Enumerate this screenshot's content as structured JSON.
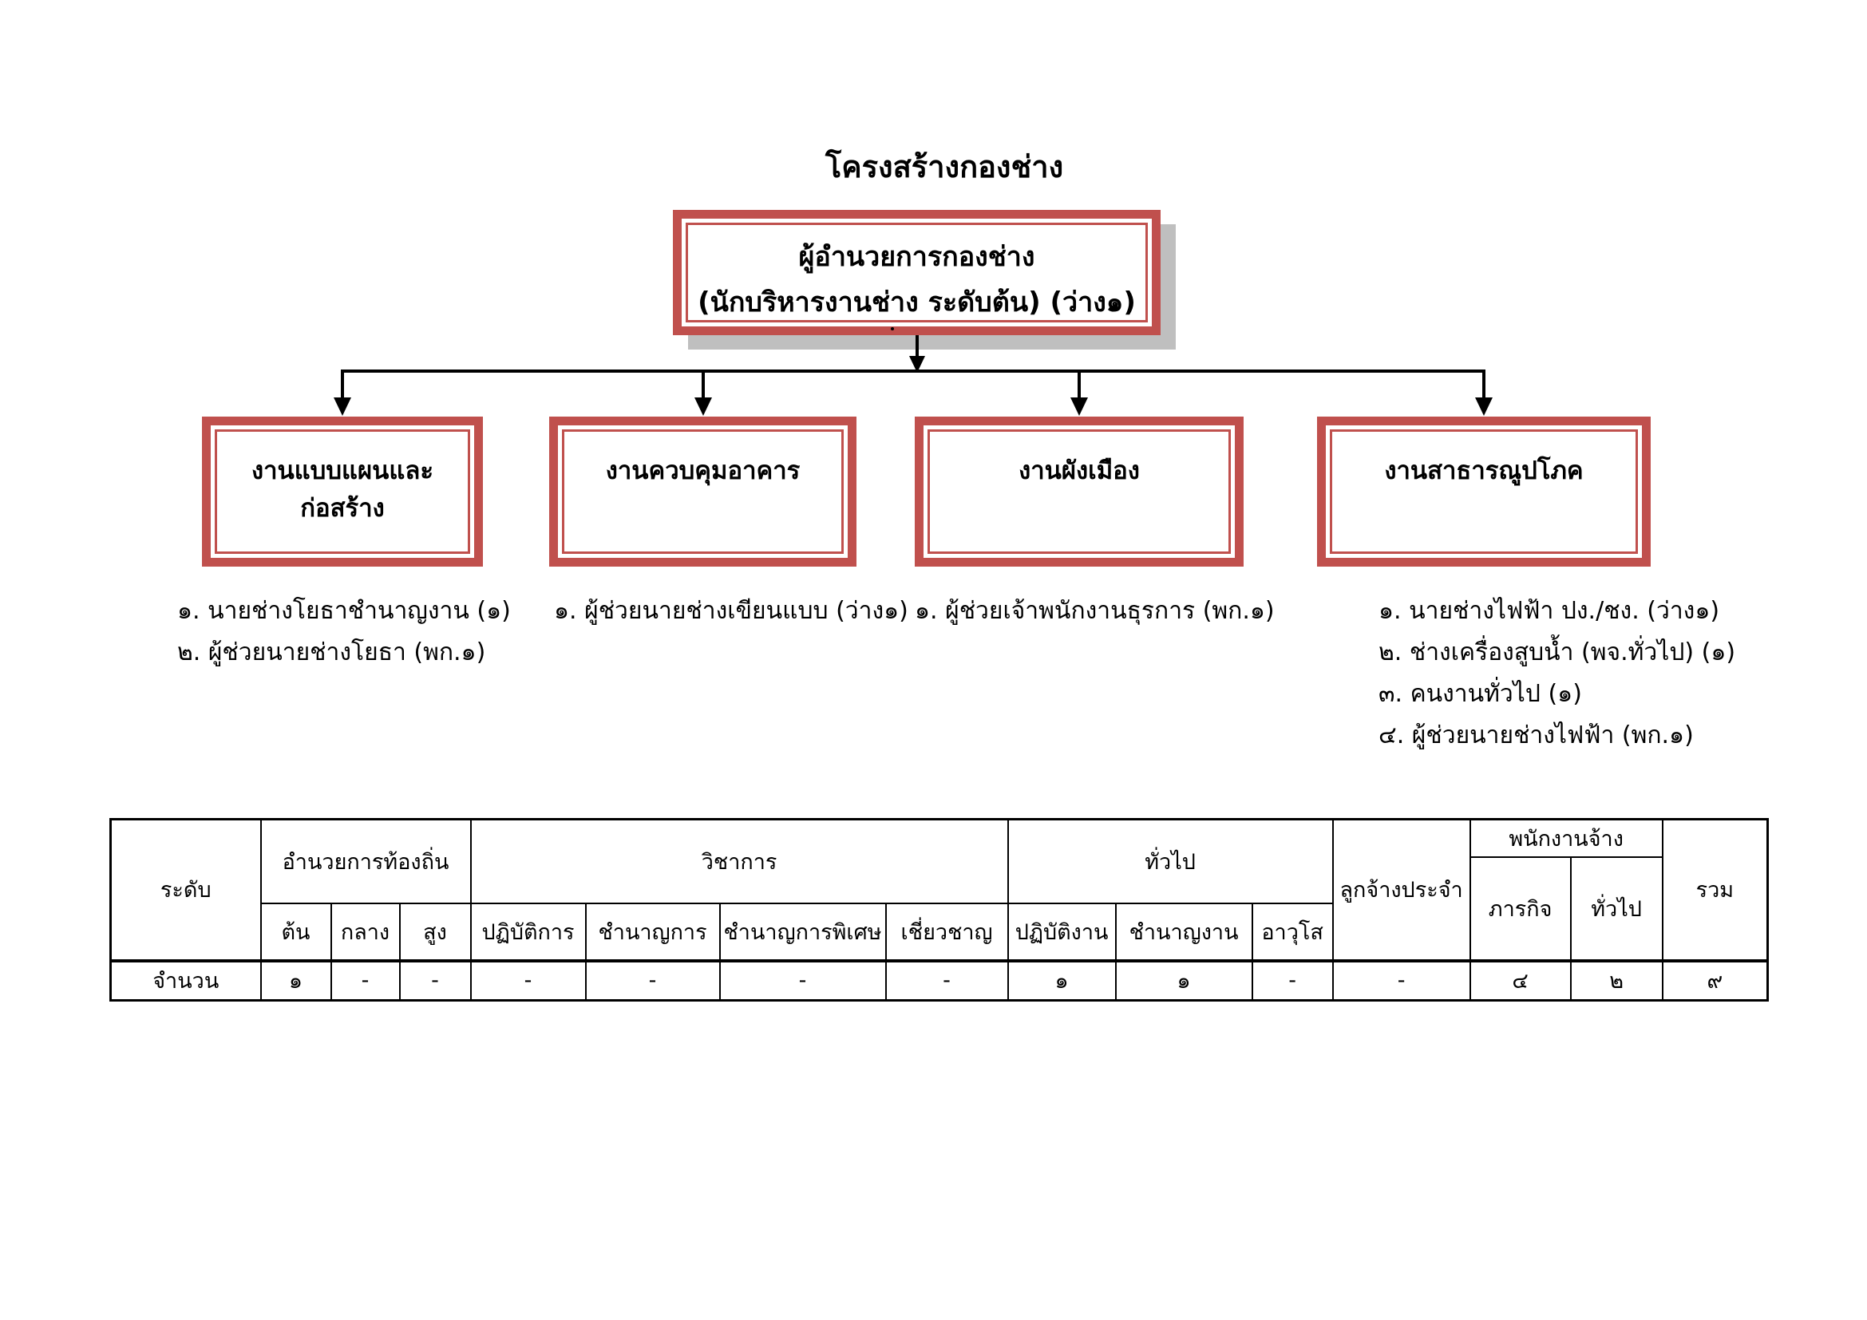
{
  "title": "โครงสร้างกองช่าง",
  "org_chart": {
    "root": {
      "line1": "ผู้อำนวยการกองช่าง",
      "line2": "(นักบริหารงานช่าง ระดับต้น) (ว่าง๑)"
    },
    "departments": [
      {
        "lines": [
          "งานแบบแผนและ",
          "ก่อสร้าง"
        ],
        "staff": [
          "๑. นายช่างโยธาชำนาญงาน (๑)",
          "๒. ผู้ช่วยนายช่างโยธา (พก.๑)"
        ]
      },
      {
        "lines": [
          "งานควบคุมอาคาร"
        ],
        "staff": [
          "๑. ผู้ช่วยนายช่างเขียนแบบ (ว่าง๑)"
        ]
      },
      {
        "lines": [
          "งานผังเมือง"
        ],
        "staff": [
          "๑. ผู้ช่วยเจ้าพนักงานธุรการ (พก.๑)"
        ]
      },
      {
        "lines": [
          "งานสาธารณูปโภค"
        ],
        "staff": [
          "๑. นายช่างไฟฟ้า ปง./ชง. (ว่าง๑)",
          "๒. ช่างเครื่องสูบน้ำ (พจ.ทั่วไป) (๑)",
          "๓. คนงานทั่วไป (๑)",
          "๔. ผู้ช่วยนายช่างไฟฟ้า (พก.๑)"
        ]
      }
    ]
  },
  "table": {
    "row_label": "ระดับ",
    "groups": {
      "local_admin": "อำนวยการท้องถิ่น",
      "academic": "วิชาการ",
      "general": "ทั่วไป",
      "permanent_employee": "ลูกจ้างประจำ",
      "contract_employee": "พนักงานจ้าง",
      "total": "รวม"
    },
    "sub_headers": [
      "ต้น",
      "กลาง",
      "สูง",
      "ปฏิบัติการ",
      "ชำนาญการ",
      "ชำนาญการพิเศษ",
      "เชี่ยวชาญ",
      "ปฏิบัติงาน",
      "ชำนาญงาน",
      "อาวุโส"
    ],
    "contract_sub_headers": [
      "ภารกิจ",
      "ทั่วไป"
    ],
    "count_row": {
      "label": "จำนวน",
      "values": [
        "๑",
        "-",
        "-",
        "-",
        "-",
        "-",
        "-",
        "๑",
        "๑",
        "-",
        "-",
        "๔",
        "๒",
        "๙"
      ]
    }
  },
  "colors": {
    "box_red": "#c0504d",
    "shadow_gray": "#bfbfbf",
    "line_black": "#000000"
  }
}
